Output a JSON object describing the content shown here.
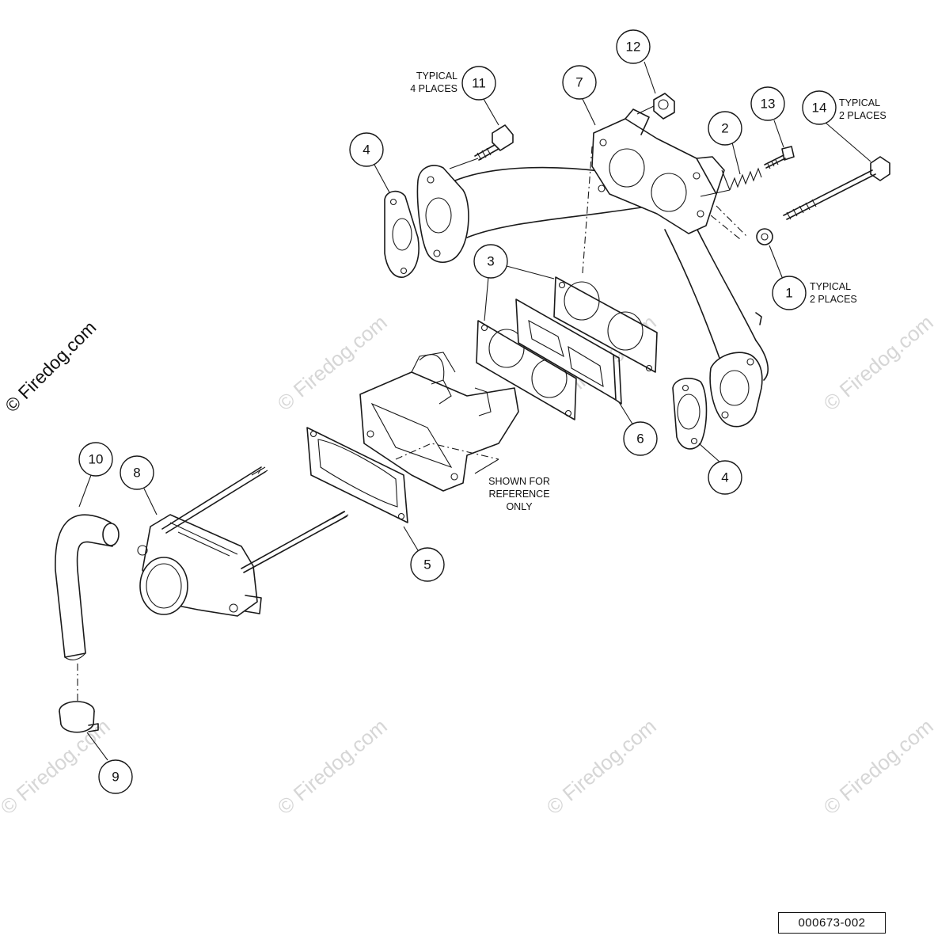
{
  "watermark": "© Firedog.com",
  "copyright": "© Firedog.com",
  "figure_id": "000673-002",
  "callouts": [
    {
      "id": "c12",
      "label": "12"
    },
    {
      "id": "c11",
      "label": "11"
    },
    {
      "id": "c7",
      "label": "7"
    },
    {
      "id": "c13",
      "label": "13"
    },
    {
      "id": "c14",
      "label": "14"
    },
    {
      "id": "c2",
      "label": "2"
    },
    {
      "id": "c4a",
      "label": "4"
    },
    {
      "id": "c3",
      "label": "3"
    },
    {
      "id": "c1",
      "label": "1"
    },
    {
      "id": "c6",
      "label": "6"
    },
    {
      "id": "c4b",
      "label": "4"
    },
    {
      "id": "c10",
      "label": "10"
    },
    {
      "id": "c8",
      "label": "8"
    },
    {
      "id": "c5",
      "label": "5"
    },
    {
      "id": "c9",
      "label": "9"
    }
  ],
  "notes": {
    "typical4": [
      "TYPICAL",
      "4 PLACES"
    ],
    "typical2_top": [
      "TYPICAL",
      "2 PLACES"
    ],
    "typical2_side": [
      "TYPICAL",
      "2 PLACES"
    ],
    "reference": [
      "SHOWN FOR",
      "REFERENCE",
      "ONLY"
    ]
  }
}
